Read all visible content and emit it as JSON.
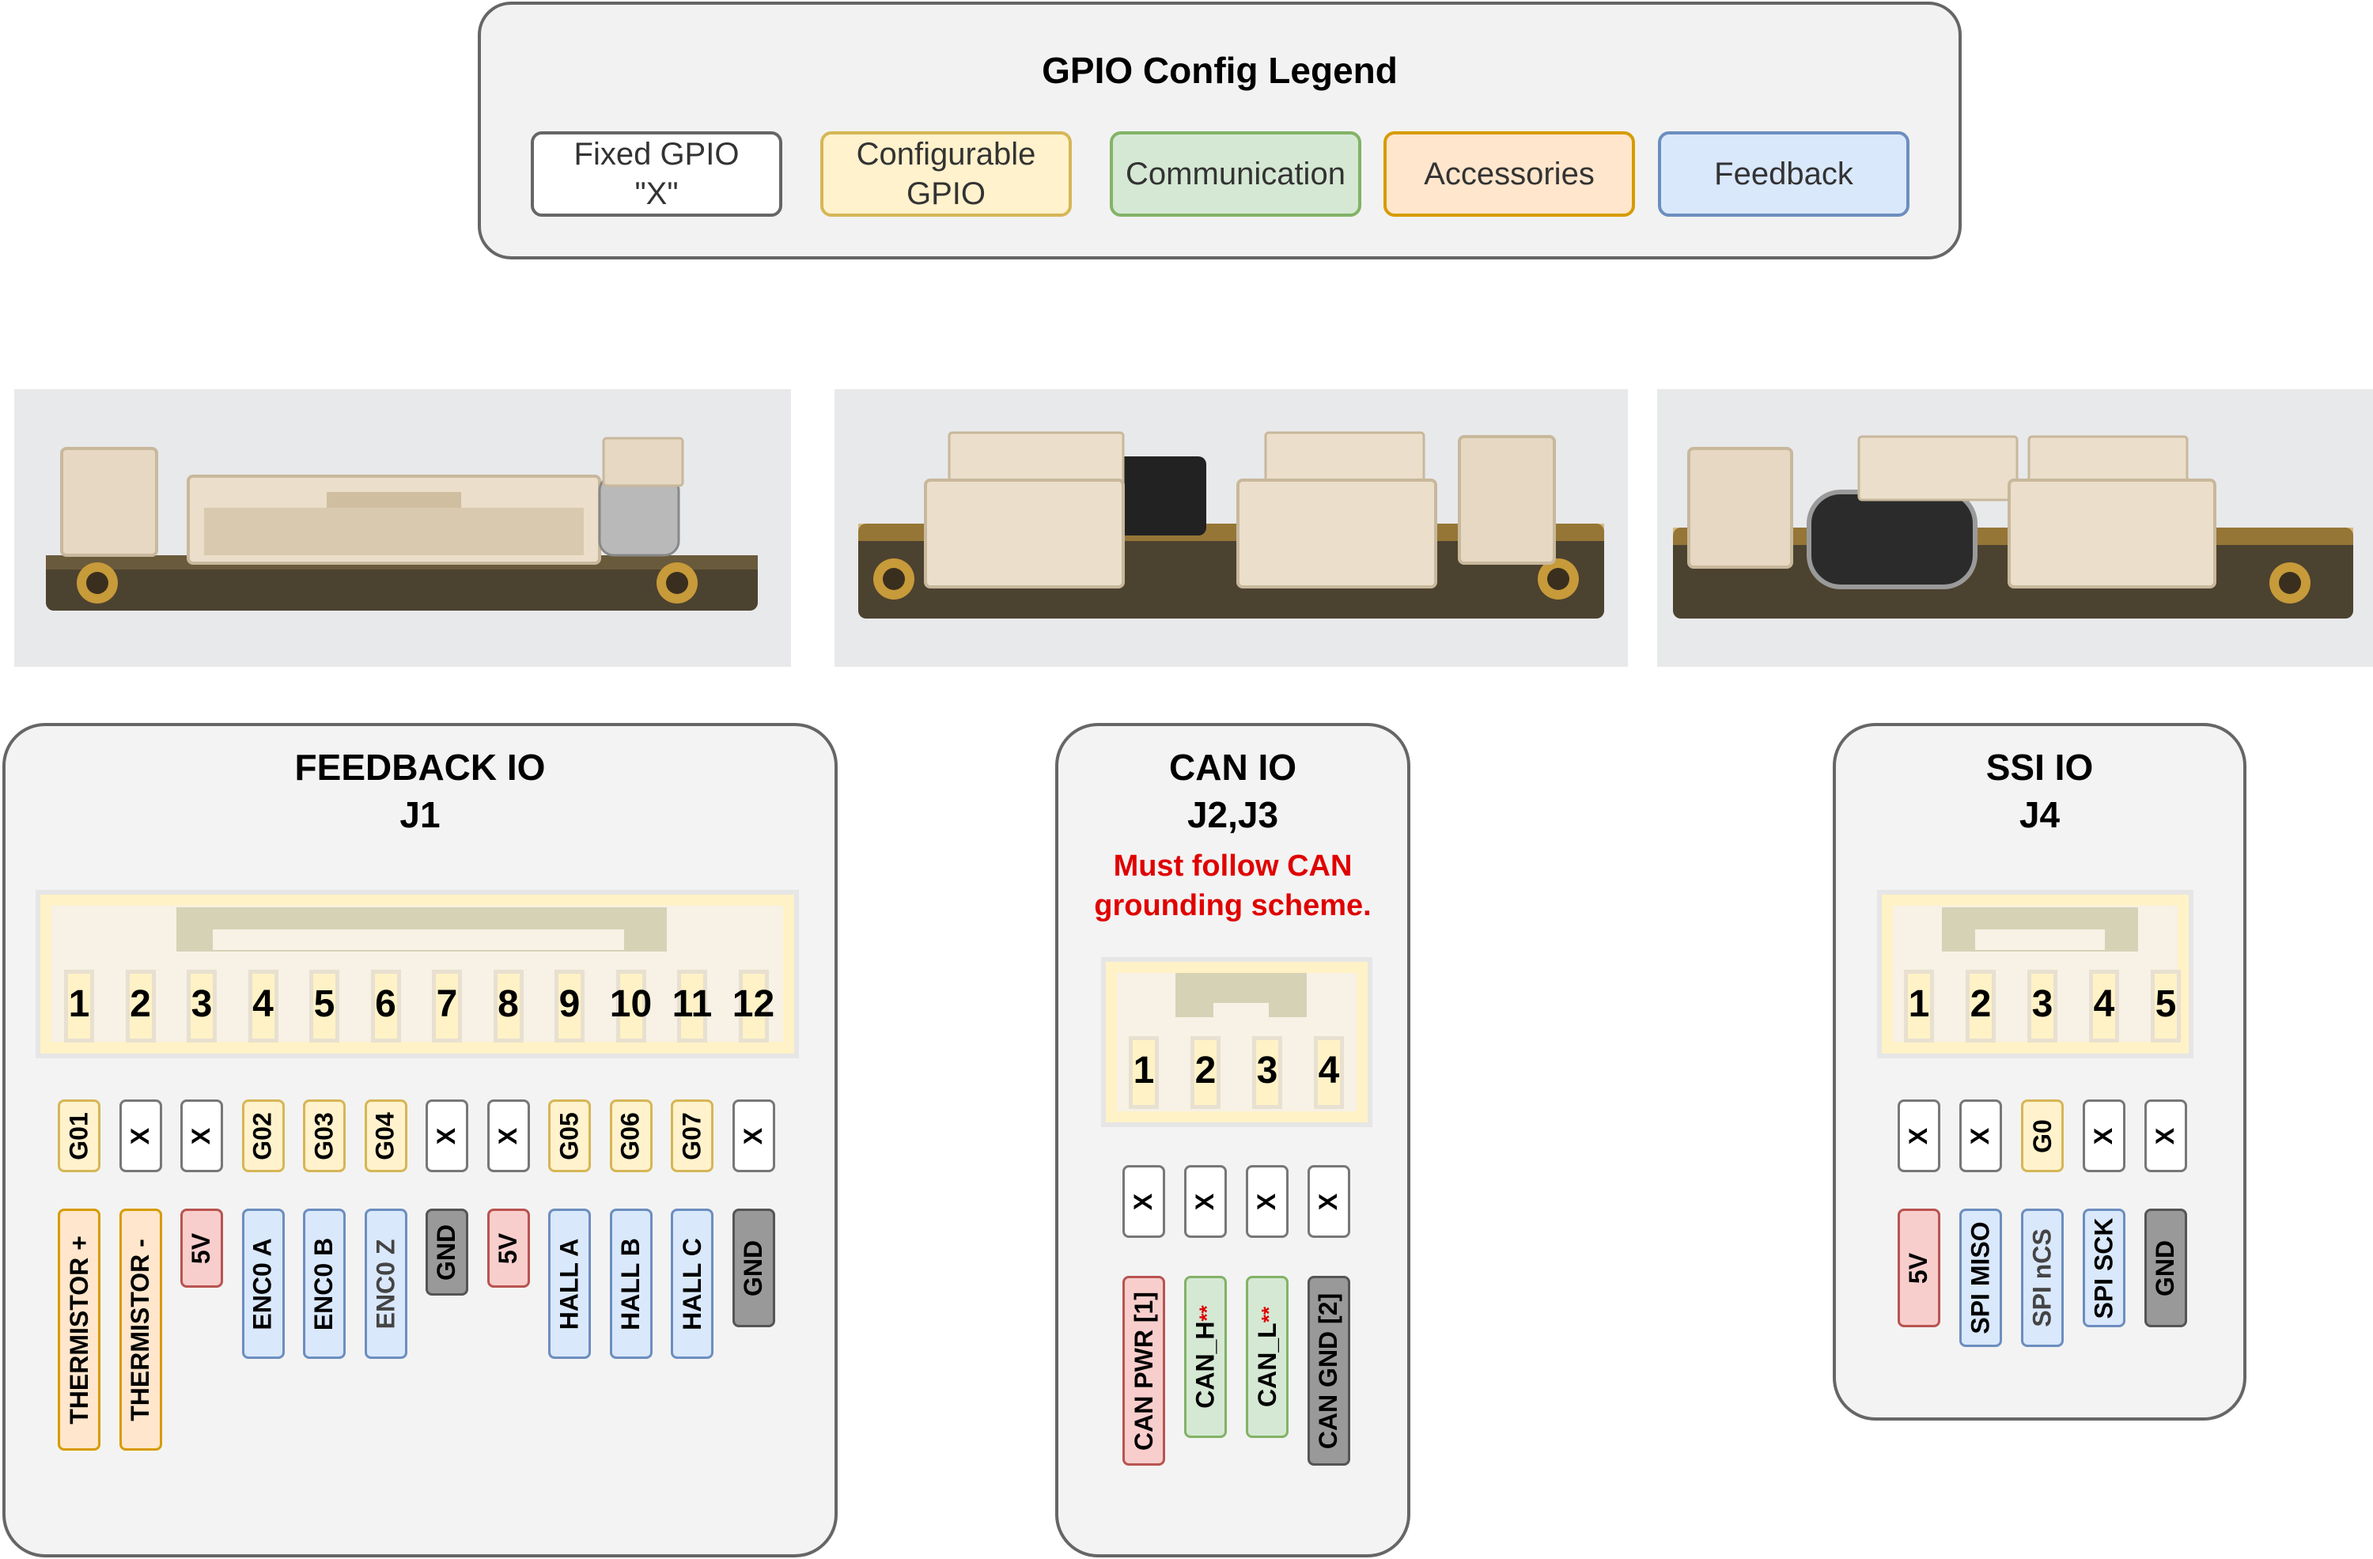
{
  "legend": {
    "title": "GPIO Config Legend",
    "items": [
      {
        "label_line1": "Fixed GPIO",
        "label_line2": "\"X\""
      },
      {
        "label_line1": "Configurable",
        "label_line2": "GPIO"
      },
      {
        "label_line1": "Communication",
        "label_line2": ""
      },
      {
        "label_line1": "Accessories",
        "label_line2": ""
      },
      {
        "label_line1": "Feedback",
        "label_line2": ""
      }
    ]
  },
  "colors": {
    "fixed": "#ffffff",
    "configurable": "#fff2cc",
    "communication": "#d5e8d4",
    "accessories": "#ffe6cc",
    "feedback": "#dae8fc",
    "power": "#f8cecc",
    "ground": "#999999"
  },
  "photos": [
    {
      "name": "board-photo-feedback-side"
    },
    {
      "name": "board-photo-can-side"
    },
    {
      "name": "board-photo-ssi-side"
    }
  ],
  "feedback_io": {
    "title": "FEEDBACK IO",
    "connector": "J1",
    "pins": [
      "1",
      "2",
      "3",
      "4",
      "5",
      "6",
      "7",
      "8",
      "9",
      "10",
      "11",
      "12"
    ],
    "gpio": [
      "G01",
      "X",
      "X",
      "G02",
      "G03",
      "G04",
      "X",
      "X",
      "G05",
      "G06",
      "G07",
      "X"
    ],
    "functions": [
      "THERMISTOR +",
      "THERMISTOR -",
      "5V",
      "ENC0 A",
      "ENC0 B",
      "ENC0 Z",
      "GND",
      "5V",
      "HALL A",
      "HALL B",
      "HALL C",
      "GND"
    ]
  },
  "can_io": {
    "title": "CAN IO",
    "connector": "J2,J3",
    "warning_line1": "Must follow CAN",
    "warning_line2": "grounding scheme.",
    "pins": [
      "1",
      "2",
      "3",
      "4"
    ],
    "gpio": [
      "X",
      "X",
      "X",
      "X"
    ],
    "functions": [
      "CAN PWR [1]",
      "CAN_H",
      "CAN_L",
      "CAN GND [2]"
    ],
    "asterisks": "**"
  },
  "ssi_io": {
    "title": "SSI IO",
    "connector": "J4",
    "pins": [
      "1",
      "2",
      "3",
      "4",
      "5"
    ],
    "gpio": [
      "X",
      "X",
      "G0",
      "X",
      "X"
    ],
    "functions": [
      "5V",
      "SPI MISO",
      "SPI nCS",
      "SPI SCK",
      "GND"
    ]
  }
}
